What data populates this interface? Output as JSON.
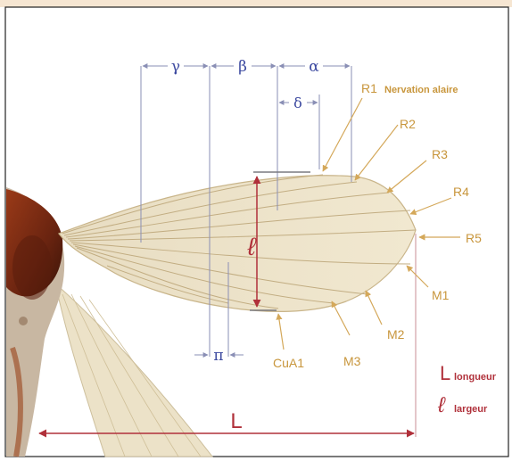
{
  "title": "Nervation alaire",
  "measures": {
    "gamma": "γ",
    "beta": "β",
    "alpha": "α",
    "delta": "δ",
    "pi": "π",
    "width_symbol": "ℓ",
    "length_symbol": "L"
  },
  "veins": {
    "r1": "R1",
    "r2": "R2",
    "r3": "R3",
    "r4": "R4",
    "r5": "R5",
    "m1": "M1",
    "m2": "M2",
    "m3": "M3",
    "cua1": "CuA1"
  },
  "legend": {
    "length_symbol": "L",
    "length_label": "longueur",
    "width_symbol": "ℓ",
    "width_label": "largeur"
  },
  "colors": {
    "vein_label": "#c8963c",
    "measure_line": "#3d4aa0",
    "dimension": "#b0303a",
    "wing_fill": "#efe6cc",
    "body": "#7a2d14"
  }
}
